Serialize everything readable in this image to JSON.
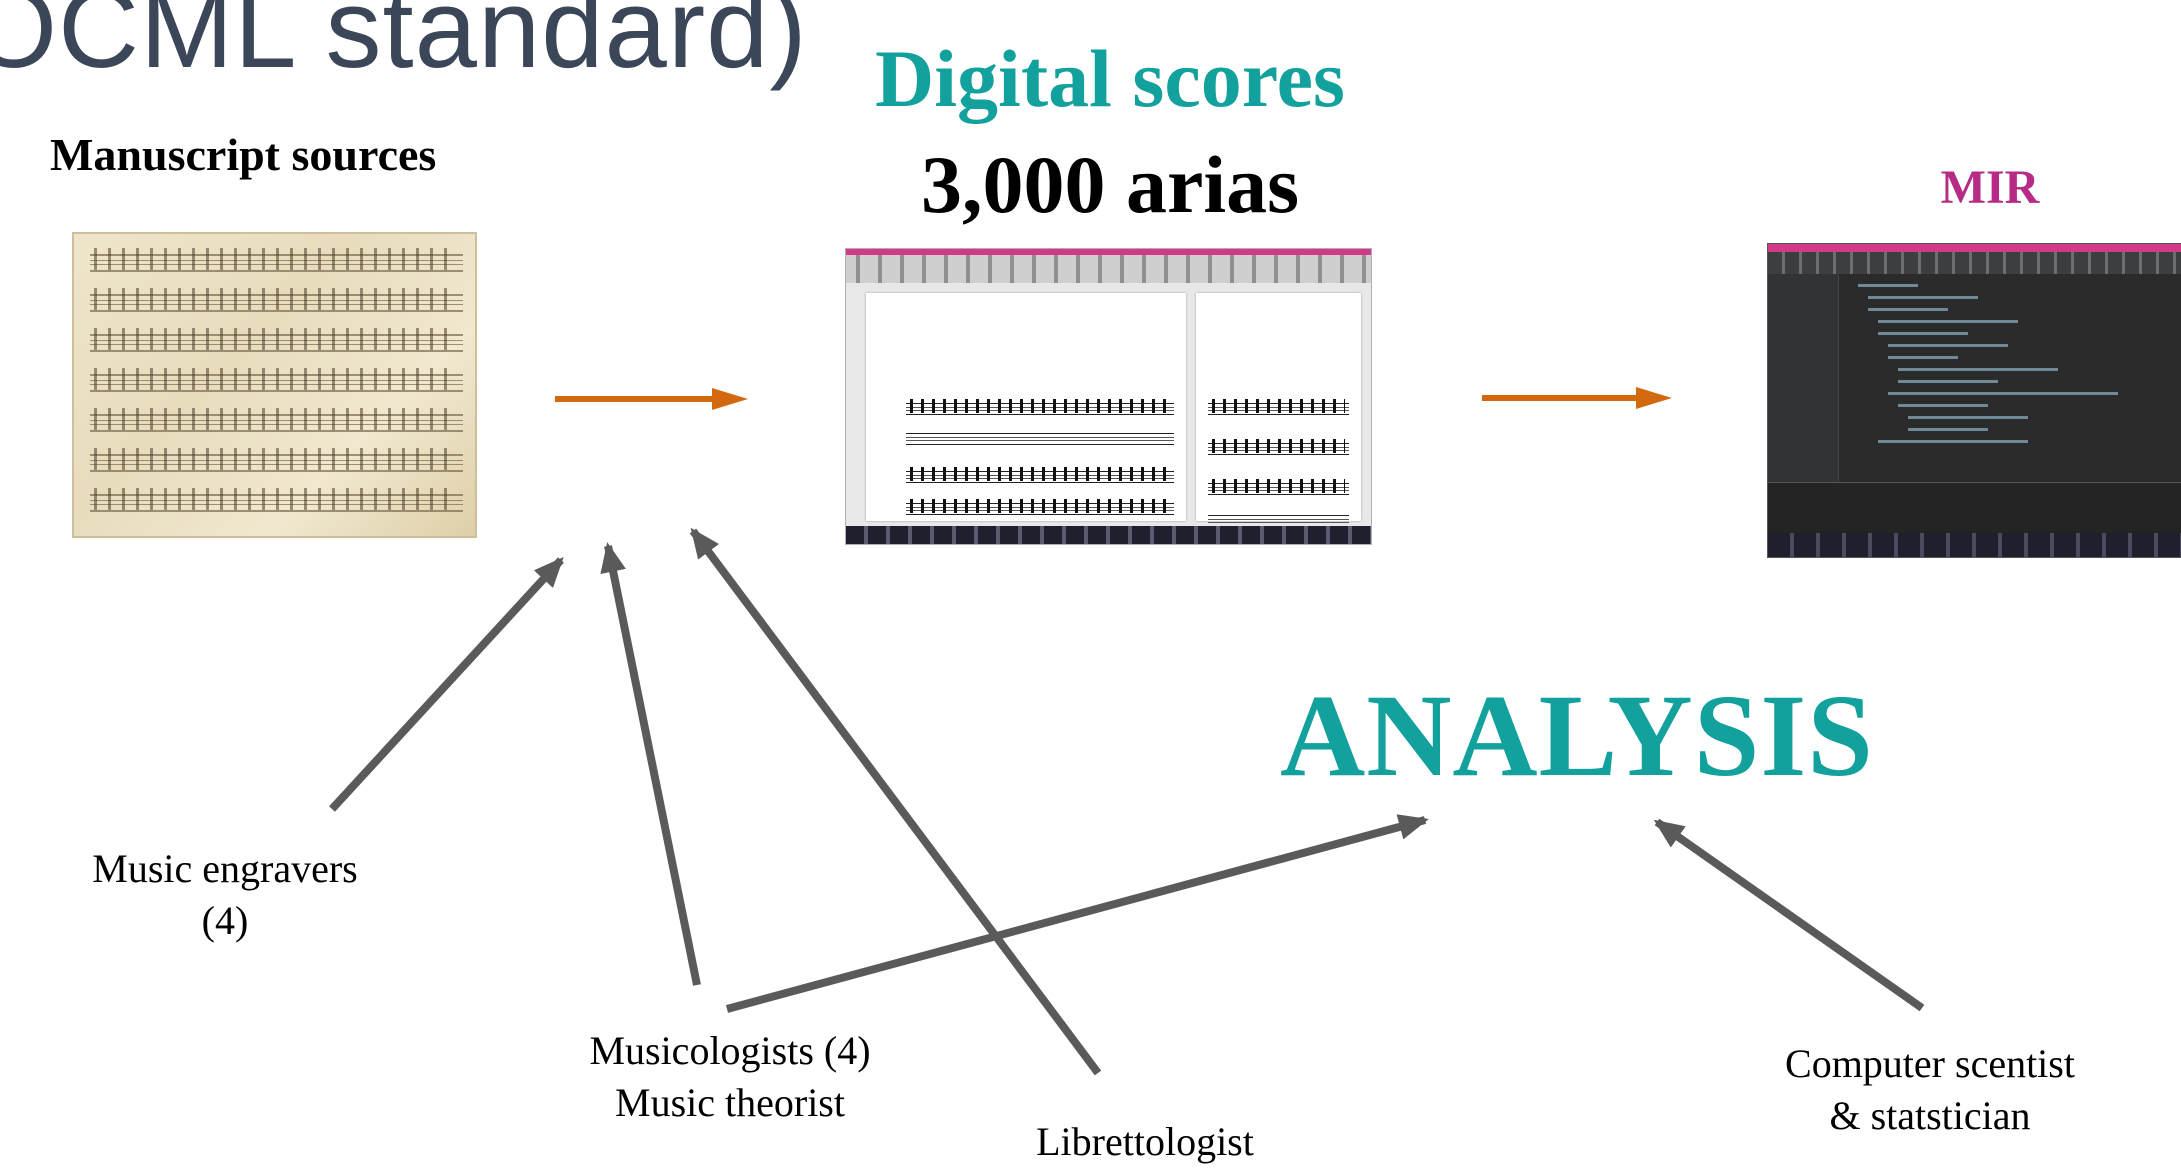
{
  "slide": {
    "title_fragment": "OCML standard)"
  },
  "stages": {
    "sources": {
      "heading": "Manuscript sources"
    },
    "digital": {
      "heading": "Digital scores",
      "count": "3,000 arias"
    },
    "mir": {
      "heading": "MIR"
    }
  },
  "analysis": {
    "label": "ANALYSIS"
  },
  "contributors": {
    "engravers": {
      "line1": "Music engravers",
      "line2": "(4)"
    },
    "musicologists": {
      "line1": "Musicologists (4)",
      "line2": "Music theorist"
    },
    "librettologist": {
      "line1": "Librettologist"
    },
    "computer": {
      "line1": "Computer scentist",
      "line2": "& statstician"
    }
  },
  "colors": {
    "teal": "#12a19c",
    "magenta": "#b52b86",
    "flow_arrow": "#d2690e",
    "contrib_arrow": "#5a5a5a"
  },
  "icons": {
    "manuscript": "manuscript-image",
    "score_editor": "score-editor-screenshot",
    "code_editor": "code-editor-screenshot"
  }
}
